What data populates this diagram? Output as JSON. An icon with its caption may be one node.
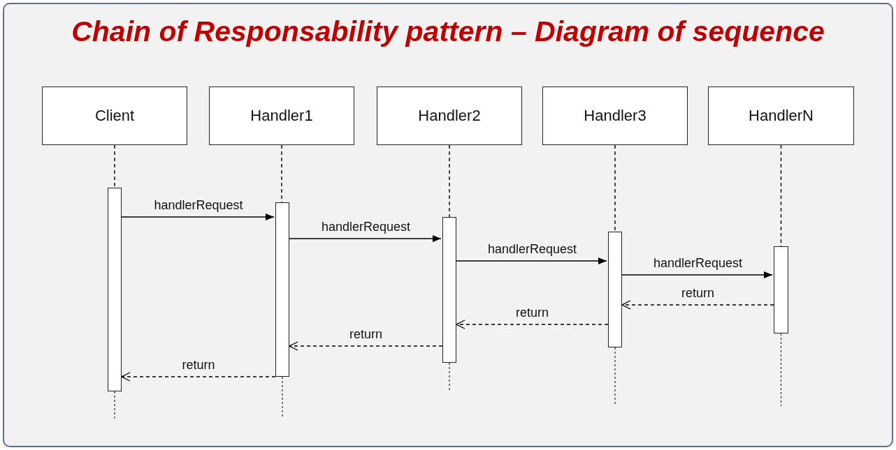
{
  "diagram": {
    "title": "Chain of Responsability pattern – Diagram of sequence",
    "nodes": [
      {
        "text": [
          "Client"
        ]
      },
      {
        "text": [
          "Handler1"
        ]
      },
      {
        "text": [
          "Handler2"
        ]
      },
      {
        "text": [
          "Handler3"
        ]
      },
      {
        "text": [
          "HandlerN"
        ]
      },
      {
        "text": [],
        "shape": "bar"
      },
      {
        "text": [],
        "shape": "bar"
      },
      {
        "text": [],
        "shape": "bar"
      },
      {
        "text": [],
        "shape": "bar"
      },
      {
        "text": [],
        "shape": "bar"
      }
    ],
    "edges": [
      {
        "from": 0,
        "to": 5,
        "arrow": "none",
        "style": "dashed"
      },
      {
        "from": 1,
        "to": 6,
        "arrow": "none",
        "style": "dashed"
      },
      {
        "from": 2,
        "to": 7,
        "arrow": "none",
        "style": "dashed"
      },
      {
        "from": 3,
        "to": 8,
        "arrow": "none",
        "style": "dashed"
      },
      {
        "from": 4,
        "to": 9,
        "arrow": "none",
        "style": "dashed"
      },
      {
        "from": 5,
        "to": 6,
        "arrow": "to",
        "label": "handlerRequest"
      },
      {
        "from": 6,
        "to": 7,
        "arrow": "to",
        "label": "handlerRequest"
      },
      {
        "from": 7,
        "to": 8,
        "arrow": "to",
        "label": "handlerRequest"
      },
      {
        "from": 8,
        "to": 9,
        "arrow": "to",
        "label": "handlerRequest"
      },
      {
        "from": 9,
        "to": 8,
        "arrow": "to",
        "label": "return",
        "style": "dashed"
      },
      {
        "from": 8,
        "to": 7,
        "arrow": "to",
        "label": "return",
        "style": "dashed"
      },
      {
        "from": 7,
        "to": 6,
        "arrow": "to",
        "label": "return",
        "style": "dashed"
      },
      {
        "from": 6,
        "to": 5,
        "arrow": "to",
        "label": "return",
        "style": "dashed"
      }
    ]
  }
}
